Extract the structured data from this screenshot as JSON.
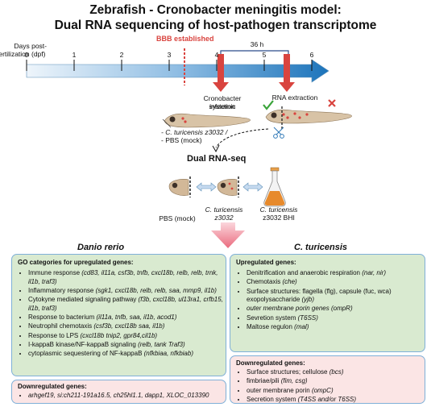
{
  "title_line1": "Zebrafish - Cronobacter meningitis model:",
  "title_line2": "Dual RNA sequencing of host-pathogen transcriptome",
  "timeline": {
    "axis_label_1": "Days post-",
    "axis_label_2": "fertilization (dpf)",
    "ticks": [
      "0",
      "1",
      "2",
      "3",
      "4",
      "5",
      "6"
    ],
    "bbb_label": "BBB established",
    "interval_label": "36 h",
    "infection_label_1": "Cronobacter systemic",
    "infection_label_2": "infection",
    "extraction_label": "RNA extraction",
    "fish_label_1": "- C. turicensis z3032 /",
    "fish_label_2": "- PBS (mock)"
  },
  "dual_rnaseq_label": "Dual RNA-seq",
  "samples": {
    "mock_label": "PBS (mock)",
    "turicensis_label_1": "C. turicensis",
    "turicensis_label_2": "z3032",
    "bhi_label_1": "C. turicensis",
    "bhi_label_2": "z3032 BHI"
  },
  "danio": {
    "title": "Danio rerio",
    "up_header": "GO categories for upregulated genes:",
    "up": [
      {
        "label": "Immune response ",
        "genes": "(cd83, il11a, csf3b, tnfb, cxcl18b, relb, relb, trnk, il1b, traf3)"
      },
      {
        "label": "Inflammatory response ",
        "genes": "(sgk1, cxcl18b, relb, relb, saa, mmp9, il1b)"
      },
      {
        "label": "Cytokyne mediated signaling pathway ",
        "genes": "(f3b, cxcl18b, ul13ra1, crfb15, il1b, traf3)"
      },
      {
        "label": "Response to bacterium ",
        "genes": "(il11a, tnfb, saa, il1b, acod1)"
      },
      {
        "label": "Neutrophil chemotaxis ",
        "genes": "(csf3b, cxcl18b saa, il1b)"
      },
      {
        "label": "Response to LPS ",
        "genes": "(cxcl18b tnip2, gpr84,cil1b)"
      },
      {
        "label": "I-kappaB kinase/NF-kappaB signaling ",
        "genes": "(relb, tank Traf3)"
      },
      {
        "label": "cytoplasmic sequestering of NF-kappaB ",
        "genes": "(nfkbiaa, nfkbiab)"
      }
    ],
    "down_header": "Downregulated genes:",
    "down": "arhgef19, si:ch211-191a16.5, ch25hl1.1, dapp1, XLOC_013390"
  },
  "turicensis": {
    "title": "C. turicensis",
    "up_header": "Upregulated genes:",
    "up": [
      {
        "label": "Denitrification and anaerobic respiration ",
        "genes": "(nar, nir)"
      },
      {
        "label": "Chemotaxis ",
        "genes": "(che)"
      },
      {
        "label": "Surface structures: flagella (flg), capsule (fuc, wca) exopolysaccharide ",
        "genes": "(yjb)"
      },
      {
        "label": "",
        "genes": "outer membrane porin genes (ompR)"
      },
      {
        "label": "Sevretion system ",
        "genes": "(T6SS)"
      },
      {
        "label": "Maltose regulon ",
        "genes": "(mal)"
      }
    ],
    "down_header": "Downregulated genes:",
    "down": [
      {
        "label": "Surface structures; cellulose ",
        "genes": "(bcs)"
      },
      {
        "label": "fimbriae/pili ",
        "genes": "(fim, csg)"
      },
      {
        "label": "outer membrane porin ",
        "genes": "(ompC)"
      },
      {
        "label": "Secretion system ",
        "genes": "(T4SS and/or T6SS)"
      }
    ]
  },
  "colors": {
    "arrow_start": "#e8f1fa",
    "arrow_end": "#1f7ac0",
    "red": "#d9443f",
    "green_box": "#d9ead0",
    "pink_box": "#fbe5e5",
    "box_border": "#7fb0d8"
  }
}
